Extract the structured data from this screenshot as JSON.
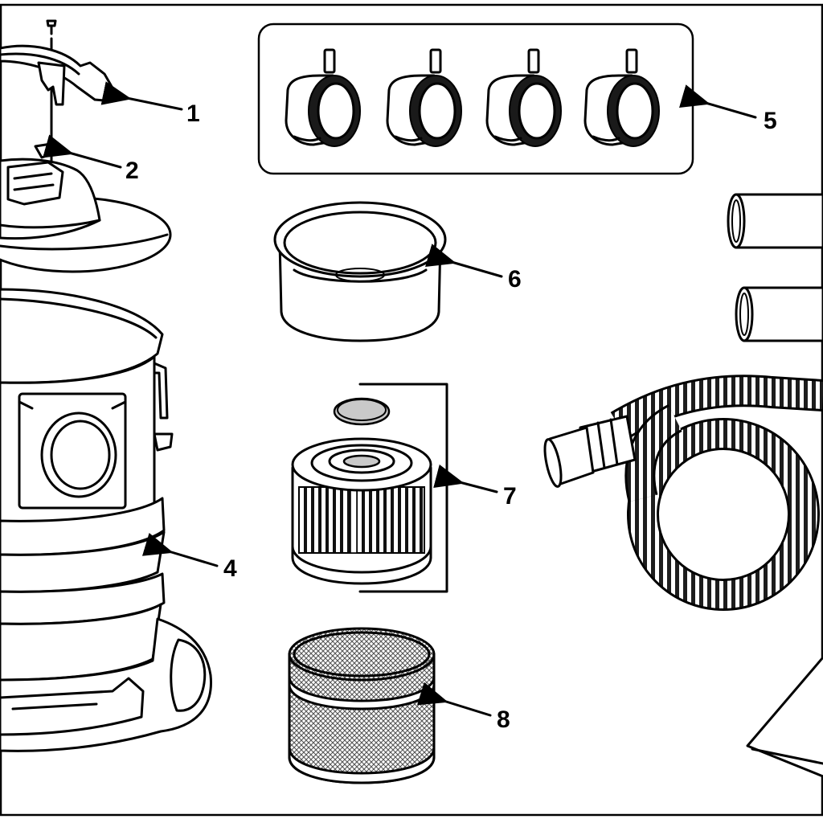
{
  "callouts": {
    "c1": "1",
    "c2": "2",
    "c4": "4",
    "c5": "5",
    "c6": "6",
    "c7": "7",
    "c8": "8"
  },
  "colors": {
    "line": "#000000",
    "background": "#ffffff",
    "shade": "#c9c9c9",
    "dark": "#1a1a1a"
  }
}
